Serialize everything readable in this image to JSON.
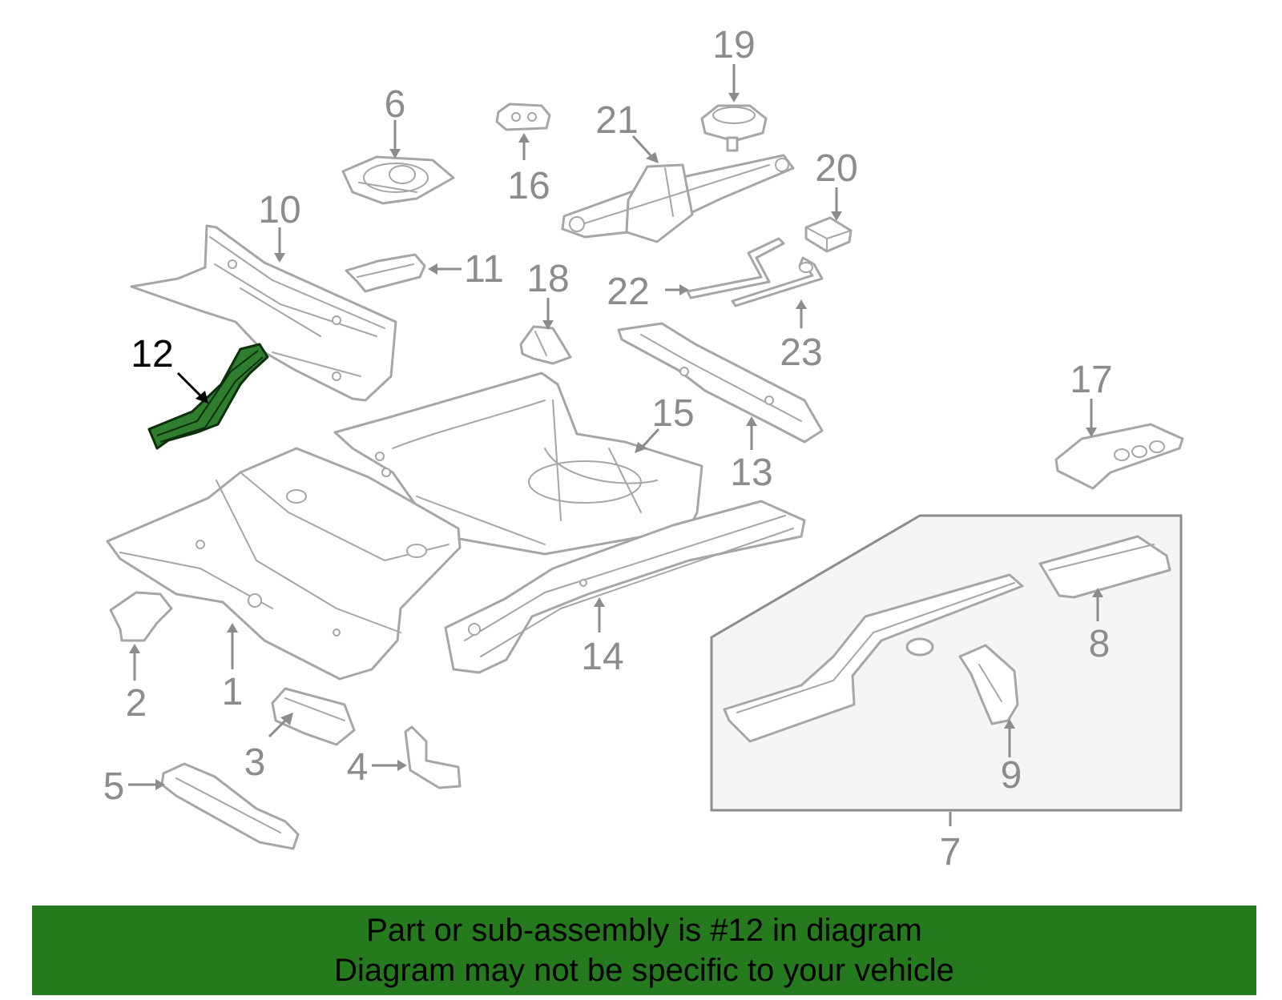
{
  "callouts": {
    "c1": "1",
    "c2": "2",
    "c3": "3",
    "c4": "4",
    "c5": "5",
    "c6": "6",
    "c7": "7",
    "c8": "8",
    "c9": "9",
    "c10": "10",
    "c11": "11",
    "c12": "12",
    "c13": "13",
    "c14": "14",
    "c15": "15",
    "c16": "16",
    "c17": "17",
    "c18": "18",
    "c19": "19",
    "c20": "20",
    "c21": "21",
    "c22": "22",
    "c23": "23"
  },
  "highlighted_part": "12",
  "colors": {
    "highlight": "#2f7d2f",
    "banner_background": "#267a1e",
    "part_outline": "#a6a6a6",
    "callout_text": "#8c8c8c"
  },
  "banner": {
    "line1": "Part or sub-assembly is #12 in diagram",
    "line2": "Diagram may not be specific to your vehicle"
  }
}
